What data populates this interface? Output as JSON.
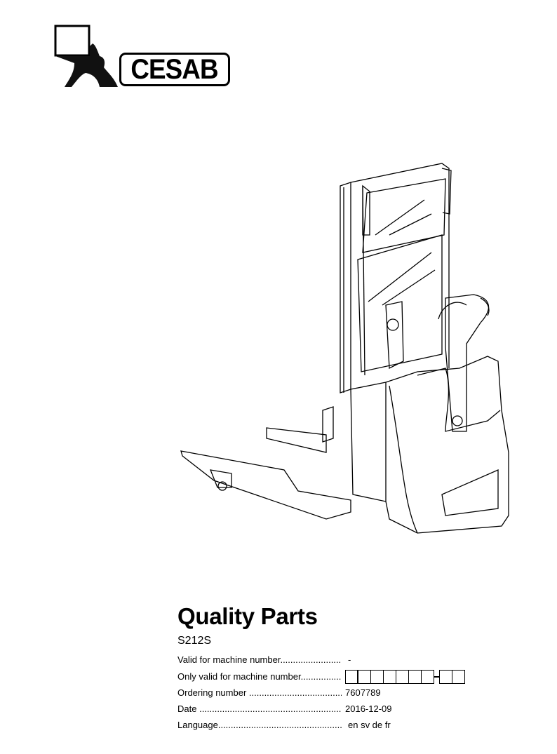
{
  "brand": {
    "name": "CESAB"
  },
  "cover": {
    "title": "Quality Parts",
    "model": "S212S",
    "fields": [
      {
        "label": "Valid for machine number",
        "value": "-"
      },
      {
        "label": "Only valid for machine number",
        "value": ""
      },
      {
        "label": "Ordering number",
        "value": "7607789"
      },
      {
        "label": "Date",
        "value": "2016-12-09"
      },
      {
        "label": "Language",
        "value": "en sv de fr"
      }
    ]
  }
}
